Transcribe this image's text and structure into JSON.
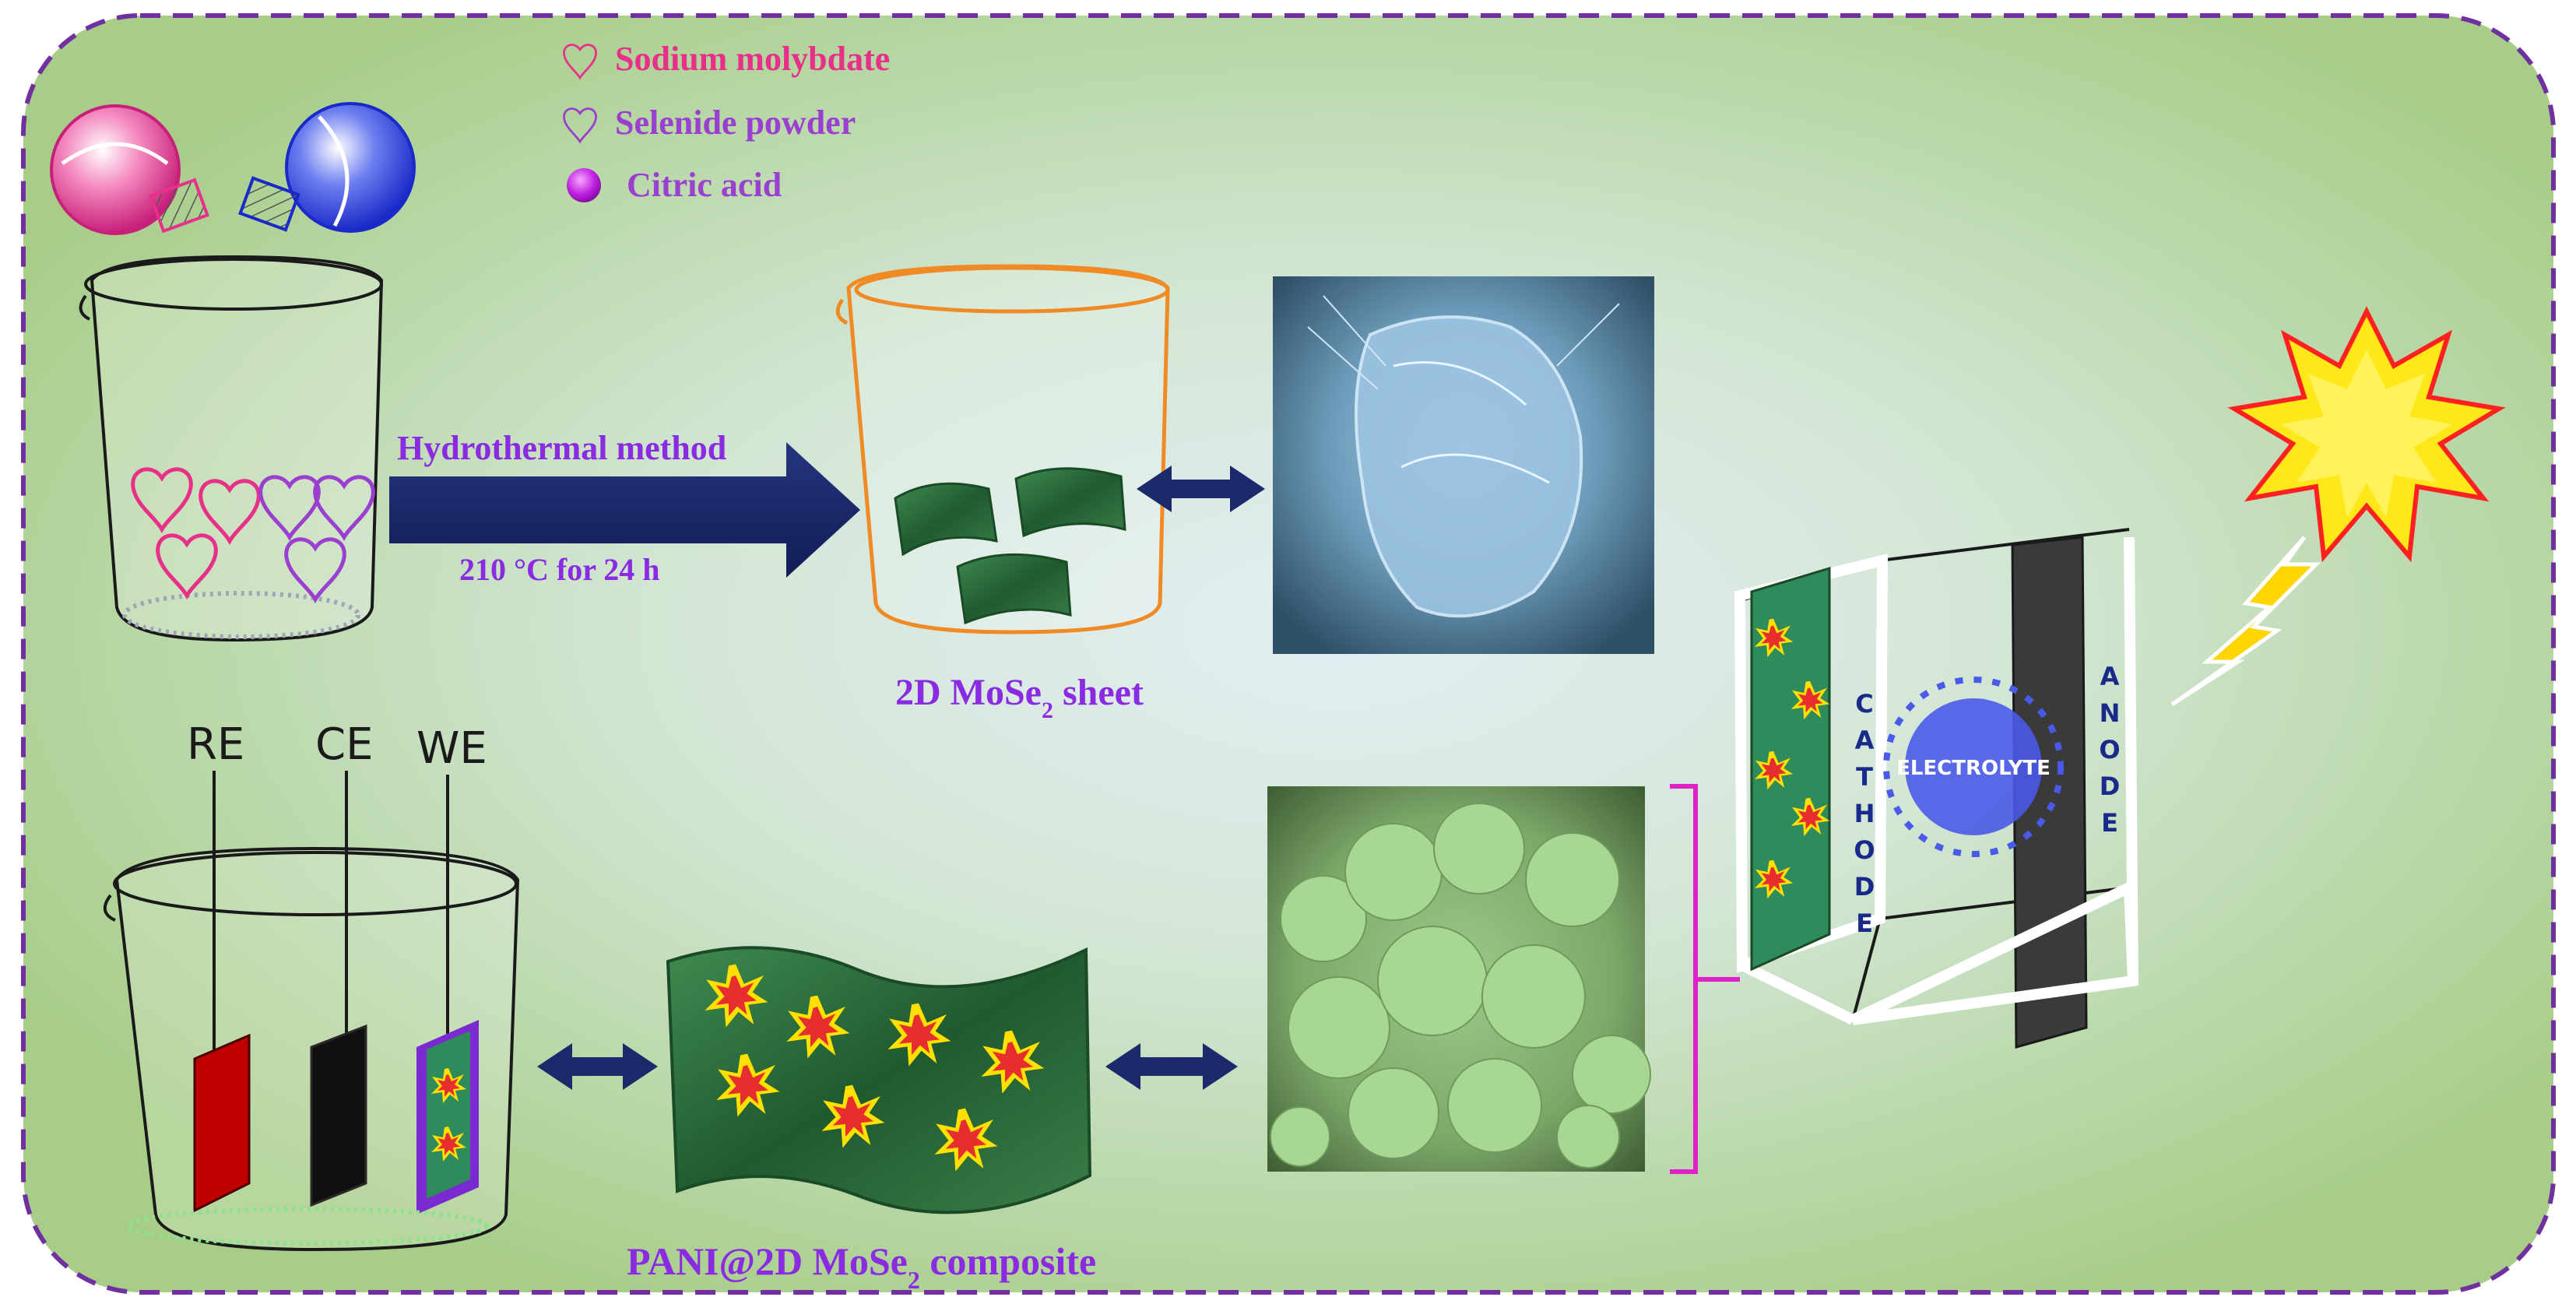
{
  "legend": {
    "sodium_molybdate": "Sodium molybdate",
    "selenide_powder": "Selenide powder",
    "citric_acid": "Citric acid"
  },
  "arrow_top_label": "Hydrothermal method",
  "arrow_bottom_label": "210 °C for 24 h",
  "mose2_sheet_label": "2D MoSe",
  "mose2_sheet_sub": "2",
  "mose2_sheet_suffix": " sheet",
  "composite_label": "PANI@2D MoSe",
  "composite_sub": "2",
  "composite_suffix": " composite",
  "electrodes": {
    "re": "RE",
    "ce": "CE",
    "we": "WE"
  },
  "device": {
    "cathode": [
      "C",
      "A",
      "T",
      "H",
      "O",
      "D",
      "E"
    ],
    "anode": [
      "A",
      "N",
      "O",
      "D",
      "E"
    ],
    "electrolyte": "ELECTROLYTE"
  },
  "colors": {
    "background_green": "#a9cf8a",
    "border_purple": "#7030a0",
    "sodium_molybdate": "#e8308a",
    "selenide_powder": "#9a3fd0",
    "citric_acid": "#c020e0",
    "arrow_navy": "#1a2a6b",
    "label_purple": "#8a2be2",
    "sheet_green": "#2e6b3c",
    "star_red": "#e62e2e",
    "star_yellow": "#ffe000"
  }
}
